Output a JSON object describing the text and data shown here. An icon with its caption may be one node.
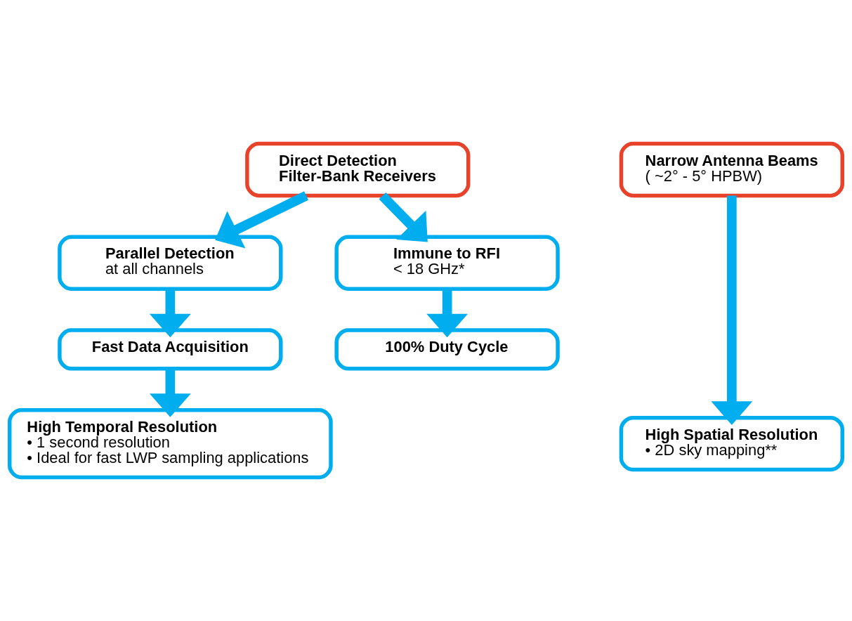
{
  "diagram": {
    "nodes": [
      {
        "text": [
          "Direct Detection Filter-Bank Receivers"
        ]
      },
      {
        "text": [
          "Narrow Antenna Beams",
          "( ~2° - 5° HPBW)"
        ]
      },
      {
        "text": [
          "Parallel Detection",
          "at all channels"
        ]
      },
      {
        "text": [
          "Immune to RFI",
          "< 18 GHz*"
        ]
      },
      {
        "text": [
          "Fast Data Acquisition"
        ]
      },
      {
        "text": [
          "100% Duty Cycle"
        ]
      },
      {
        "text": [
          "High Temporal Resolution",
          "• 1 second resolution",
          "• Ideal for fast LWP sampling applications"
        ]
      },
      {
        "text": [
          "High Spatial Resolution",
          "• 2D sky mapping**"
        ]
      }
    ],
    "edges": [
      {
        "from": 0,
        "to": 2,
        "arrow": "to"
      },
      {
        "from": 0,
        "to": 3,
        "arrow": "to"
      },
      {
        "from": 2,
        "to": 4,
        "arrow": "to"
      },
      {
        "from": 3,
        "to": 5,
        "arrow": "to"
      },
      {
        "from": 4,
        "to": 6,
        "arrow": "to"
      },
      {
        "from": 1,
        "to": 7,
        "arrow": "to"
      }
    ]
  }
}
